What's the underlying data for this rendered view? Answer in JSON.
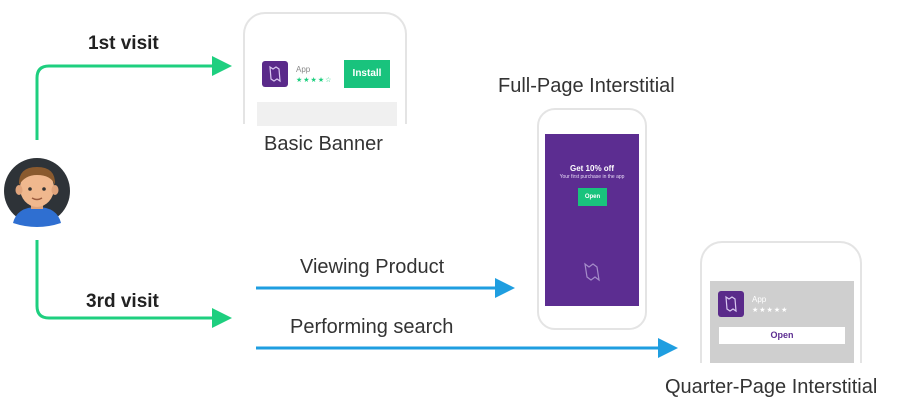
{
  "labels": {
    "first_visit": "1st visit",
    "third_visit": "3rd visit",
    "basic_banner": "Basic Banner",
    "full_page": "Full-Page Interstitial",
    "viewing_product": "Viewing Product",
    "performing_search": "Performing search",
    "quarter_page": "Quarter-Page Interstitial"
  },
  "banner": {
    "app_name": "App",
    "stars": "★★★★☆",
    "install_label": "Install"
  },
  "interstitial": {
    "headline": "Get 10% off",
    "subline": "Your first purchase in the app",
    "open_label": "Open"
  },
  "quarter": {
    "app_name": "App",
    "stars": "★★★★★",
    "open_label": "Open"
  },
  "colors": {
    "green": "#1ecf7f",
    "blue": "#1f9ee0",
    "purple": "#5c2d91",
    "install_green": "#19c37d"
  }
}
